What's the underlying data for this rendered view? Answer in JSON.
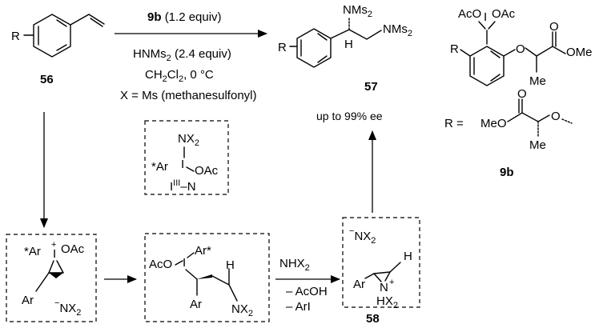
{
  "diagram": {
    "reaction_top": {
      "reagent_1_compound": "9b",
      "reagent_1_amount": "(1.2 equiv)",
      "reagent_2": "HNMs",
      "reagent_2_sub": "2",
      "reagent_2_amount": "(2.4 equiv)",
      "solvent": "CH",
      "solvent_sub": "2",
      "solvent_tail": "Cl",
      "solvent_tail_sub": "2",
      "conditions": ", 0 °C",
      "definition": "X = Ms (methanesulfonyl)"
    },
    "compound_56": {
      "label": "56",
      "substituent": "R"
    },
    "compound_57": {
      "label": "57",
      "substituent": "R",
      "group_1": "NMs",
      "group_1_sub": "2",
      "group_2": "NMs",
      "group_2_sub": "2",
      "hydrogen": "H",
      "ee_text": "up to 99% ee"
    },
    "reagent_9b": {
      "label": "9b",
      "iodine": "I",
      "oac_left": "AcO",
      "oac_right": "OAc",
      "r_label": "R",
      "oxygen": "O",
      "ester": "OMe",
      "methyl": "Me",
      "r_definition_prefix": "R =",
      "r_ester": "MeO",
      "r_oxygen": "O",
      "r_methyl": "Me"
    },
    "intermediate_box": {
      "nx": "NX",
      "nx_sub": "2",
      "ar": "*Ar",
      "iodine": "I",
      "oac": "OAc",
      "iiin_i": "I",
      "iiin_sup": "III",
      "iiin_n": "N"
    },
    "iodonium_box": {
      "ar_star": "*Ar",
      "iodine": "I",
      "plus": "+",
      "oac": "OAc",
      "ar": "Ar",
      "anion_minus": "−",
      "anion": "NX",
      "anion_sub": "2"
    },
    "adduct_box": {
      "aco": "AcO",
      "iodine": "I",
      "ar_star": "Ar*",
      "hydrogen": "H",
      "ar": "Ar",
      "nx": "NX",
      "nx_sub": "2"
    },
    "step_conditions": {
      "reagent": "NHX",
      "reagent_sub": "2",
      "loss_1": "– AcOH",
      "loss_2": "– ArI"
    },
    "aziridinium_box": {
      "label": "58",
      "anion_minus": "−",
      "anion": "NX",
      "anion_sub": "2",
      "hydrogen": "H",
      "ar": "Ar",
      "nitrogen": "N",
      "plus": "+",
      "hx": "HX",
      "hx_sub": "2"
    }
  }
}
